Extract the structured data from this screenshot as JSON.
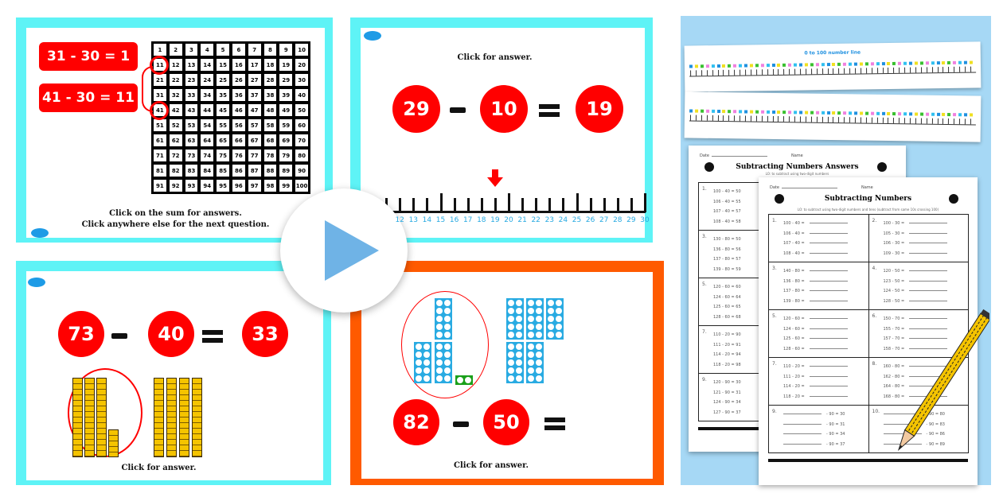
{
  "slide1": {
    "equations": [
      "31 - 30 = 1",
      "41 - 30 = 11"
    ],
    "hundred_square": [
      1,
      2,
      3,
      4,
      5,
      6,
      7,
      8,
      9,
      10,
      11,
      12,
      13,
      14,
      15,
      16,
      17,
      18,
      19,
      20,
      21,
      22,
      23,
      24,
      25,
      26,
      27,
      28,
      29,
      30,
      31,
      32,
      33,
      34,
      35,
      36,
      37,
      38,
      39,
      40,
      41,
      42,
      43,
      44,
      45,
      46,
      47,
      48,
      49,
      50,
      51,
      52,
      53,
      54,
      55,
      56,
      57,
      58,
      59,
      60,
      61,
      62,
      63,
      64,
      65,
      66,
      67,
      68,
      69,
      70,
      71,
      72,
      73,
      74,
      75,
      76,
      77,
      78,
      79,
      80,
      81,
      82,
      83,
      84,
      85,
      86,
      87,
      88,
      89,
      90,
      91,
      92,
      93,
      94,
      95,
      96,
      97,
      98,
      99,
      100
    ],
    "instruction_1": "Click on the sum for answers.",
    "instruction_2": "Click anywhere else for the next question."
  },
  "slide2": {
    "prompt": "Click for answer.",
    "a": "29",
    "b": "10",
    "result": "19",
    "number_line_labels": [
      "12",
      "13",
      "14",
      "15",
      "16",
      "17",
      "18",
      "19",
      "20",
      "21",
      "22",
      "23",
      "24",
      "25",
      "26",
      "27",
      "28",
      "29",
      "30"
    ],
    "arrow_at": 19
  },
  "slide3": {
    "a": "73",
    "b": "40",
    "result": "33",
    "prompt": "Click for answer."
  },
  "slide4": {
    "a": "82",
    "b": "50",
    "prompt": "Click for answer."
  },
  "worksheets": {
    "strip_title": "0 to 100 number line",
    "back": {
      "date_label": "Date",
      "name_label": "Name",
      "title": "Subtracting Numbers Answers",
      "objective": "LO: to subtract using two-digit numbers",
      "questions": [
        {
          "n": "1.",
          "lines": [
            "100 - 40 = 50",
            "106 - 40 = 55",
            "107 - 40 = 57",
            "108 - 40 = 58"
          ]
        },
        {
          "n": "3.",
          "lines": [
            "130 - 80 = 50",
            "136 - 80 = 56",
            "137 - 80 = 57",
            "139 - 80 = 59"
          ]
        },
        {
          "n": "5.",
          "lines": [
            "120 - 60 = 60",
            "124 - 60 = 64",
            "125 - 60 = 65",
            "128 - 60 = 68"
          ]
        },
        {
          "n": "7.",
          "lines": [
            "110 - 20 = 90",
            "111 - 20 = 91",
            "114 - 20 = 94",
            "118 - 20 = 98"
          ]
        },
        {
          "n": "9.",
          "lines": [
            "120 - 90 = 30",
            "121 - 90 = 31",
            "124 - 90 = 34",
            "127 - 90 = 37"
          ]
        }
      ]
    },
    "front": {
      "date_label": "Date",
      "name_label": "Name",
      "title": "Subtracting Numbers",
      "objective": "LO: to subtract using two-digit numbers and tens (subtract from same 10s crossing 100)",
      "questions": [
        {
          "n": "1.",
          "lines": [
            "100 - 40 =",
            "106 - 40 =",
            "107 - 40 =",
            "108 - 40 ="
          ]
        },
        {
          "n": "2.",
          "lines": [
            "100 - 30 =",
            "105 - 30 =",
            "106 - 30 =",
            "109 - 30 ="
          ]
        },
        {
          "n": "3.",
          "lines": [
            "140 - 80 =",
            "136 - 80 =",
            "137 - 80 =",
            "139 - 80 ="
          ]
        },
        {
          "n": "4.",
          "lines": [
            "120 - 50 =",
            "123 - 50 =",
            "124 - 50 =",
            "128 - 50 ="
          ]
        },
        {
          "n": "5.",
          "lines": [
            "120 - 60 =",
            "124 - 60 =",
            "125 - 60 =",
            "128 - 60 ="
          ]
        },
        {
          "n": "6.",
          "lines": [
            "150 - 70 =",
            "155 - 70 =",
            "157 - 70 =",
            "158 - 70 ="
          ]
        },
        {
          "n": "7.",
          "lines": [
            "110 - 20 =",
            "111 - 20 =",
            "114 - 20 =",
            "118 - 20 ="
          ]
        },
        {
          "n": "8.",
          "lines": [
            "160 - 80 =",
            "162 - 80 =",
            "164 - 80 =",
            "168 - 80 ="
          ]
        },
        {
          "n": "9.",
          "lines": [
            "- 90 = 30",
            "- 90 = 31",
            "- 90 = 34",
            "- 90 = 37"
          ]
        },
        {
          "n": "10.",
          "lines": [
            "- 90 = 80",
            "- 90 = 83",
            "- 90 = 86",
            "- 90 = 89"
          ]
        }
      ]
    }
  },
  "colors": {
    "cyan": "#5ef3f6",
    "orange": "#ff5a00",
    "red": "#ff0000",
    "panel": "#a6d8f5",
    "play": "#6fb3e6"
  }
}
